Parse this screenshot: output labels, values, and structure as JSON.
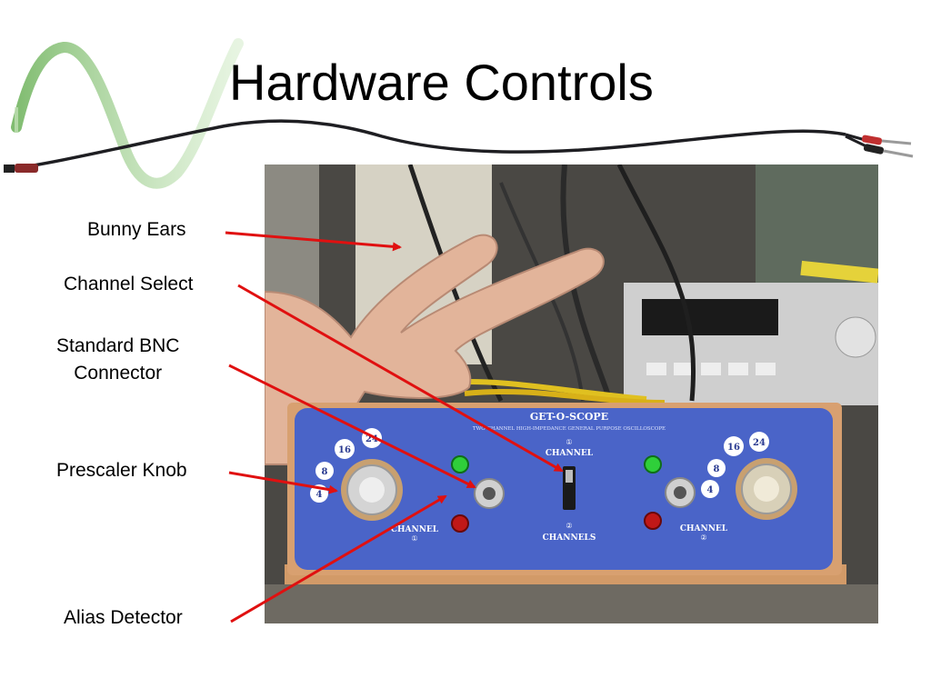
{
  "slide": {
    "title": "Hardware Controls",
    "labels": {
      "bunny_ears": "Bunny Ears",
      "channel_select": "Channel Select",
      "bnc_line1": "Standard BNC",
      "bnc_line2": "Connector",
      "prescaler_knob": "Prescaler Knob",
      "alias_detector": "Alias Detector"
    }
  },
  "device": {
    "name": "GET-O-SCOPE",
    "subtitle": "TWO-CHANNEL HIGH-IMPEDANCE GENERAL PURPOSE OSCILLOSCOPE",
    "channel_word": "CHANNEL",
    "channels_word": "CHANNELS",
    "channel1_num": "①",
    "channel2_num": "②",
    "prescale_left": [
      "16",
      "24",
      "8",
      "4"
    ],
    "prescale_right": [
      "16",
      "24",
      "8",
      "4"
    ]
  },
  "colors": {
    "arrow": "#e01010",
    "panel_blue": "#4a64c8",
    "wood": "#d8a070",
    "wave_green": "#7cbf5a",
    "led_green": "#2fcf3a",
    "led_red": "#c01818"
  }
}
